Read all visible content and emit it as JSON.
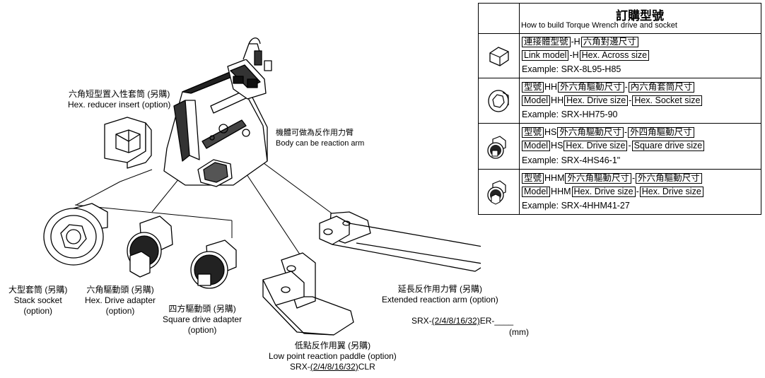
{
  "table": {
    "title": "訂購型號",
    "subtitle": "How to build Torque Wrench drive and socket",
    "rows": [
      {
        "icon": "hex-link-icon",
        "line1": [
          {
            "t": "連接體型號",
            "box": true
          },
          {
            "t": "-H",
            "box": false
          },
          {
            "t": "六角對邊尺寸",
            "box": true
          }
        ],
        "line2": [
          {
            "t": "Link model",
            "box": true
          },
          {
            "t": "-H",
            "box": false
          },
          {
            "t": "Hex. Across size",
            "box": true
          }
        ],
        "example": "Example: SRX-8L95-H85"
      },
      {
        "icon": "hex-socket-icon",
        "line1": [
          {
            "t": "型號",
            "box": true
          },
          {
            "t": "HH",
            "box": false
          },
          {
            "t": "外六角驅動尺寸",
            "box": true
          },
          {
            "t": "-",
            "box": false
          },
          {
            "t": "內六角套筒尺寸",
            "box": true
          }
        ],
        "line2": [
          {
            "t": "Model",
            "box": true
          },
          {
            "t": "HH",
            "box": false
          },
          {
            "t": "Hex. Drive size",
            "box": true
          },
          {
            "t": "-",
            "box": false
          },
          {
            "t": "Hex. Socket size",
            "box": true
          }
        ],
        "example": "Example: SRX-HH75-90"
      },
      {
        "icon": "square-drive-icon",
        "line1": [
          {
            "t": "型號",
            "box": true
          },
          {
            "t": "HS",
            "box": false
          },
          {
            "t": "外六角驅動尺寸",
            "box": true
          },
          {
            "t": "-",
            "box": false
          },
          {
            "t": "外四角驅動尺寸",
            "box": true
          }
        ],
        "line2": [
          {
            "t": "Model",
            "box": true
          },
          {
            "t": "HS",
            "box": false
          },
          {
            "t": "Hex. Drive size",
            "box": true
          },
          {
            "t": "-",
            "box": false
          },
          {
            "t": "Square drive size",
            "box": true
          }
        ],
        "example": "Example: SRX-4HS46-1\""
      },
      {
        "icon": "hex-drive-icon",
        "line1": [
          {
            "t": "型號",
            "box": true
          },
          {
            "t": "HHM",
            "box": false
          },
          {
            "t": "外六角驅動尺寸",
            "box": true
          },
          {
            "t": "-",
            "box": false
          },
          {
            "t": "外六角驅動尺寸",
            "box": true
          }
        ],
        "line2": [
          {
            "t": "Model",
            "box": true
          },
          {
            "t": "HHM",
            "box": false
          },
          {
            "t": "Hex. Drive size",
            "box": true
          },
          {
            "t": "-",
            "box": false
          },
          {
            "t": "Hex. Drive size",
            "box": true
          }
        ],
        "example": "Example: SRX-4HHM41-27"
      }
    ]
  },
  "labels": {
    "reducer_zh": "六角短型置入性套筒 (另購)",
    "reducer_en": "Hex. reducer insert (option)",
    "body_zh": "機體可做為反作用力臂",
    "body_en": "Body can be reaction arm",
    "stack_zh": "大型套筒 (另購)",
    "stack_en1": "Stack socket",
    "stack_en2": "(option)",
    "hexdrive_zh": "六角驅動頭 (另購)",
    "hexdrive_en1": "Hex. Drive adapter",
    "hexdrive_en2": "(option)",
    "square_zh": "四方驅動頭 (另購)",
    "square_en1": "Square drive adapter",
    "square_en2": "(option)",
    "paddle_zh": "低點反作用翼 (另購)",
    "paddle_en": "Low point reaction paddle (option)",
    "paddle_model_prefix": "SRX-",
    "paddle_model_u": "(2/4/8/16/32)",
    "paddle_model_suffix": "CLR",
    "arm_zh": "延長反作用力臂 (另購)",
    "arm_en": "Extended reaction arm (option)",
    "arm_model_prefix": "SRX-",
    "arm_model_u": "(2/4/8/16/32)",
    "arm_model_suffix": "ER-____",
    "arm_unit": "(mm)"
  }
}
